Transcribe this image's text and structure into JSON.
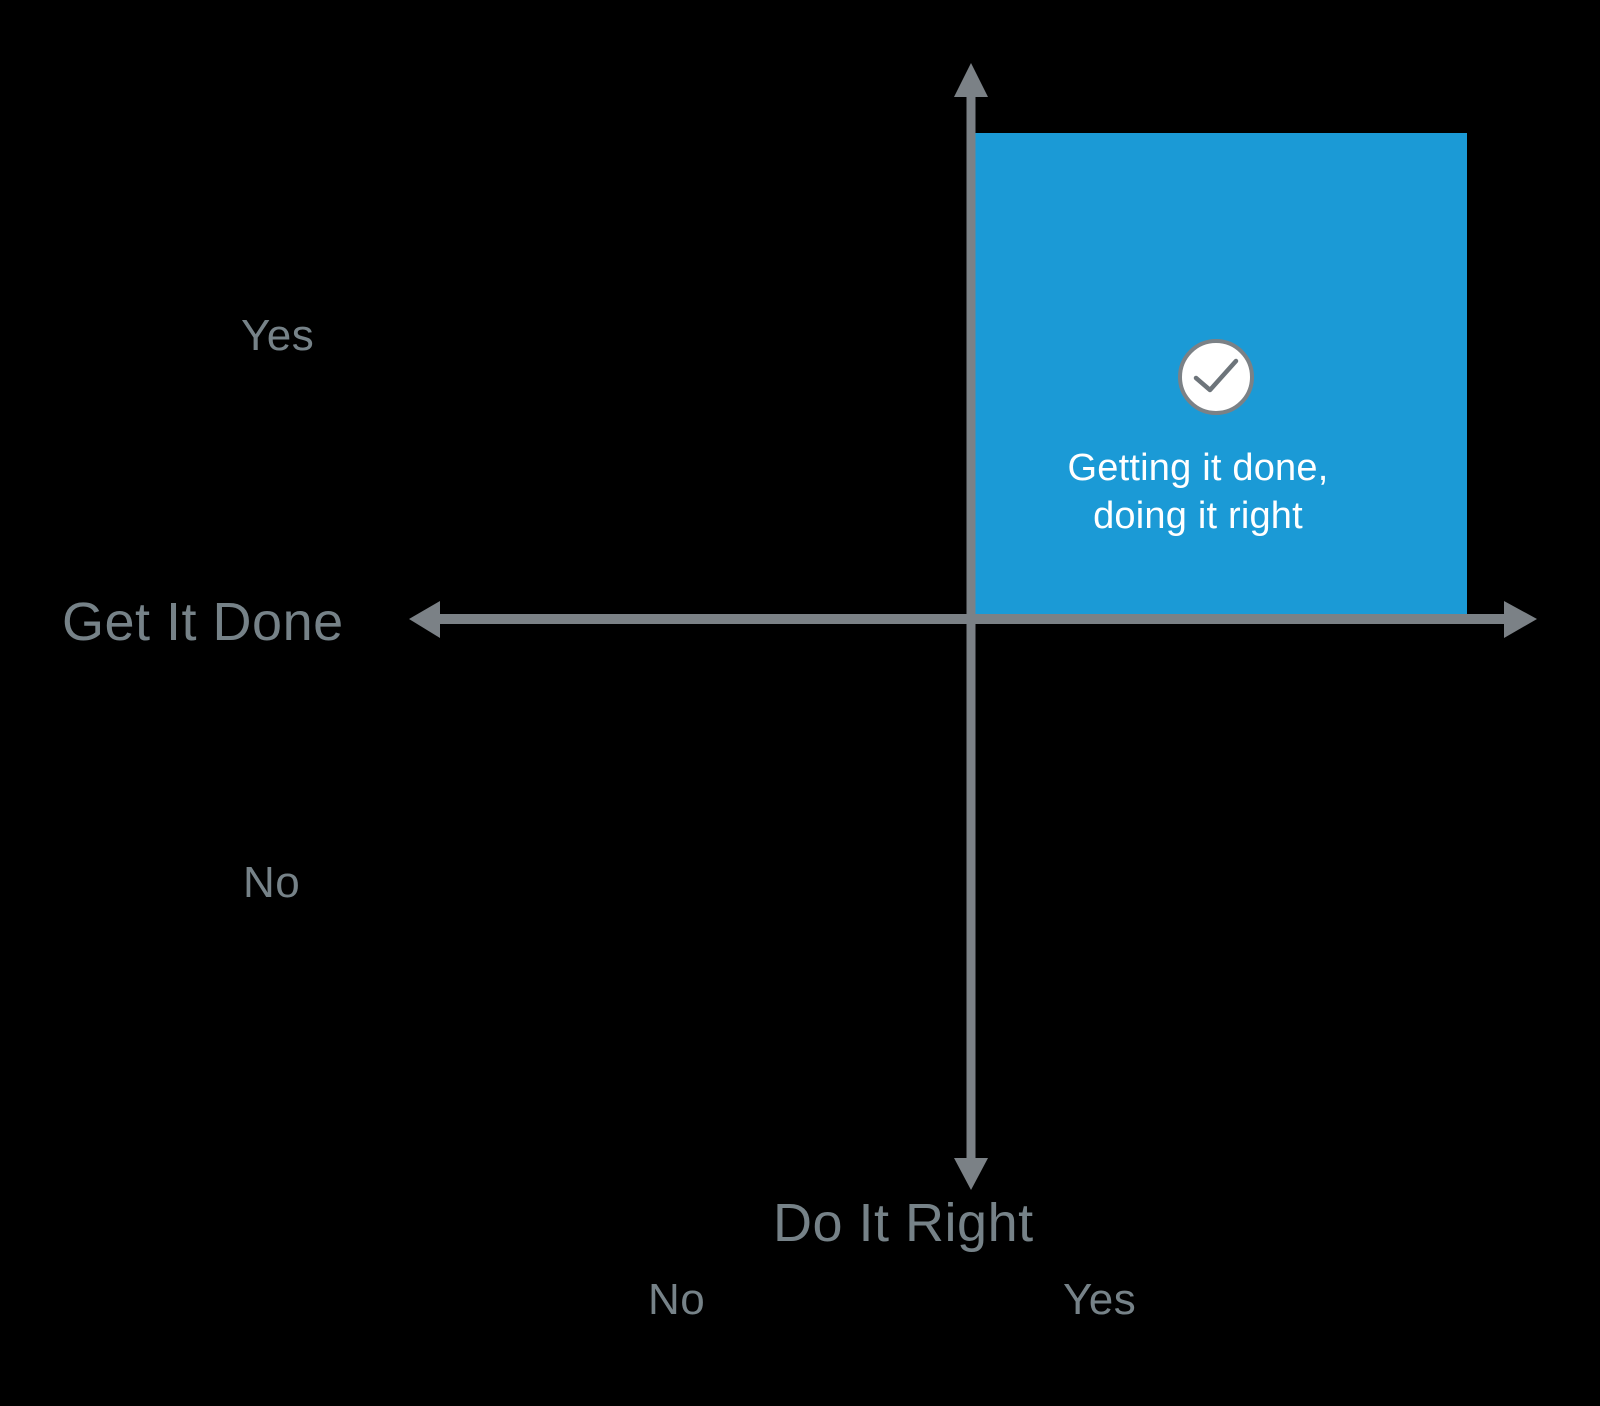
{
  "chart_data": {
    "type": "scatter",
    "title": "",
    "xlabel": "Do It Right",
    "ylabel": "Get It Done",
    "xticklabels": [
      "No",
      "Yes"
    ],
    "yticklabels": [
      "No",
      "Yes"
    ],
    "grid": false,
    "legend": null,
    "quadrants": [
      {
        "x": "Yes",
        "y": "Yes",
        "label": "Getting it done,\ndoing it right",
        "highlighted": true,
        "fill": "#1b9ad6",
        "icon": "check-circle-icon"
      },
      {
        "x": "No",
        "y": "Yes",
        "label": "",
        "highlighted": false
      },
      {
        "x": "No",
        "y": "No",
        "label": "",
        "highlighted": false
      },
      {
        "x": "Yes",
        "y": "No",
        "label": "",
        "highlighted": false
      }
    ]
  },
  "diagram": {
    "background_color": "#000000",
    "axis_color": "#7b8186",
    "label_color": "#768288",
    "highlight_color": "#1b9ad6",
    "caption_color": "#ffffff",
    "y_axis": {
      "title": "Get It Done",
      "high_label": "Yes",
      "low_label": "No"
    },
    "x_axis": {
      "title": "Do It Right",
      "low_label": "No",
      "high_label": "Yes"
    },
    "highlighted_quadrant": {
      "caption": "Getting it done,\ndoing it right",
      "icon_name": "check-circle-icon"
    }
  }
}
